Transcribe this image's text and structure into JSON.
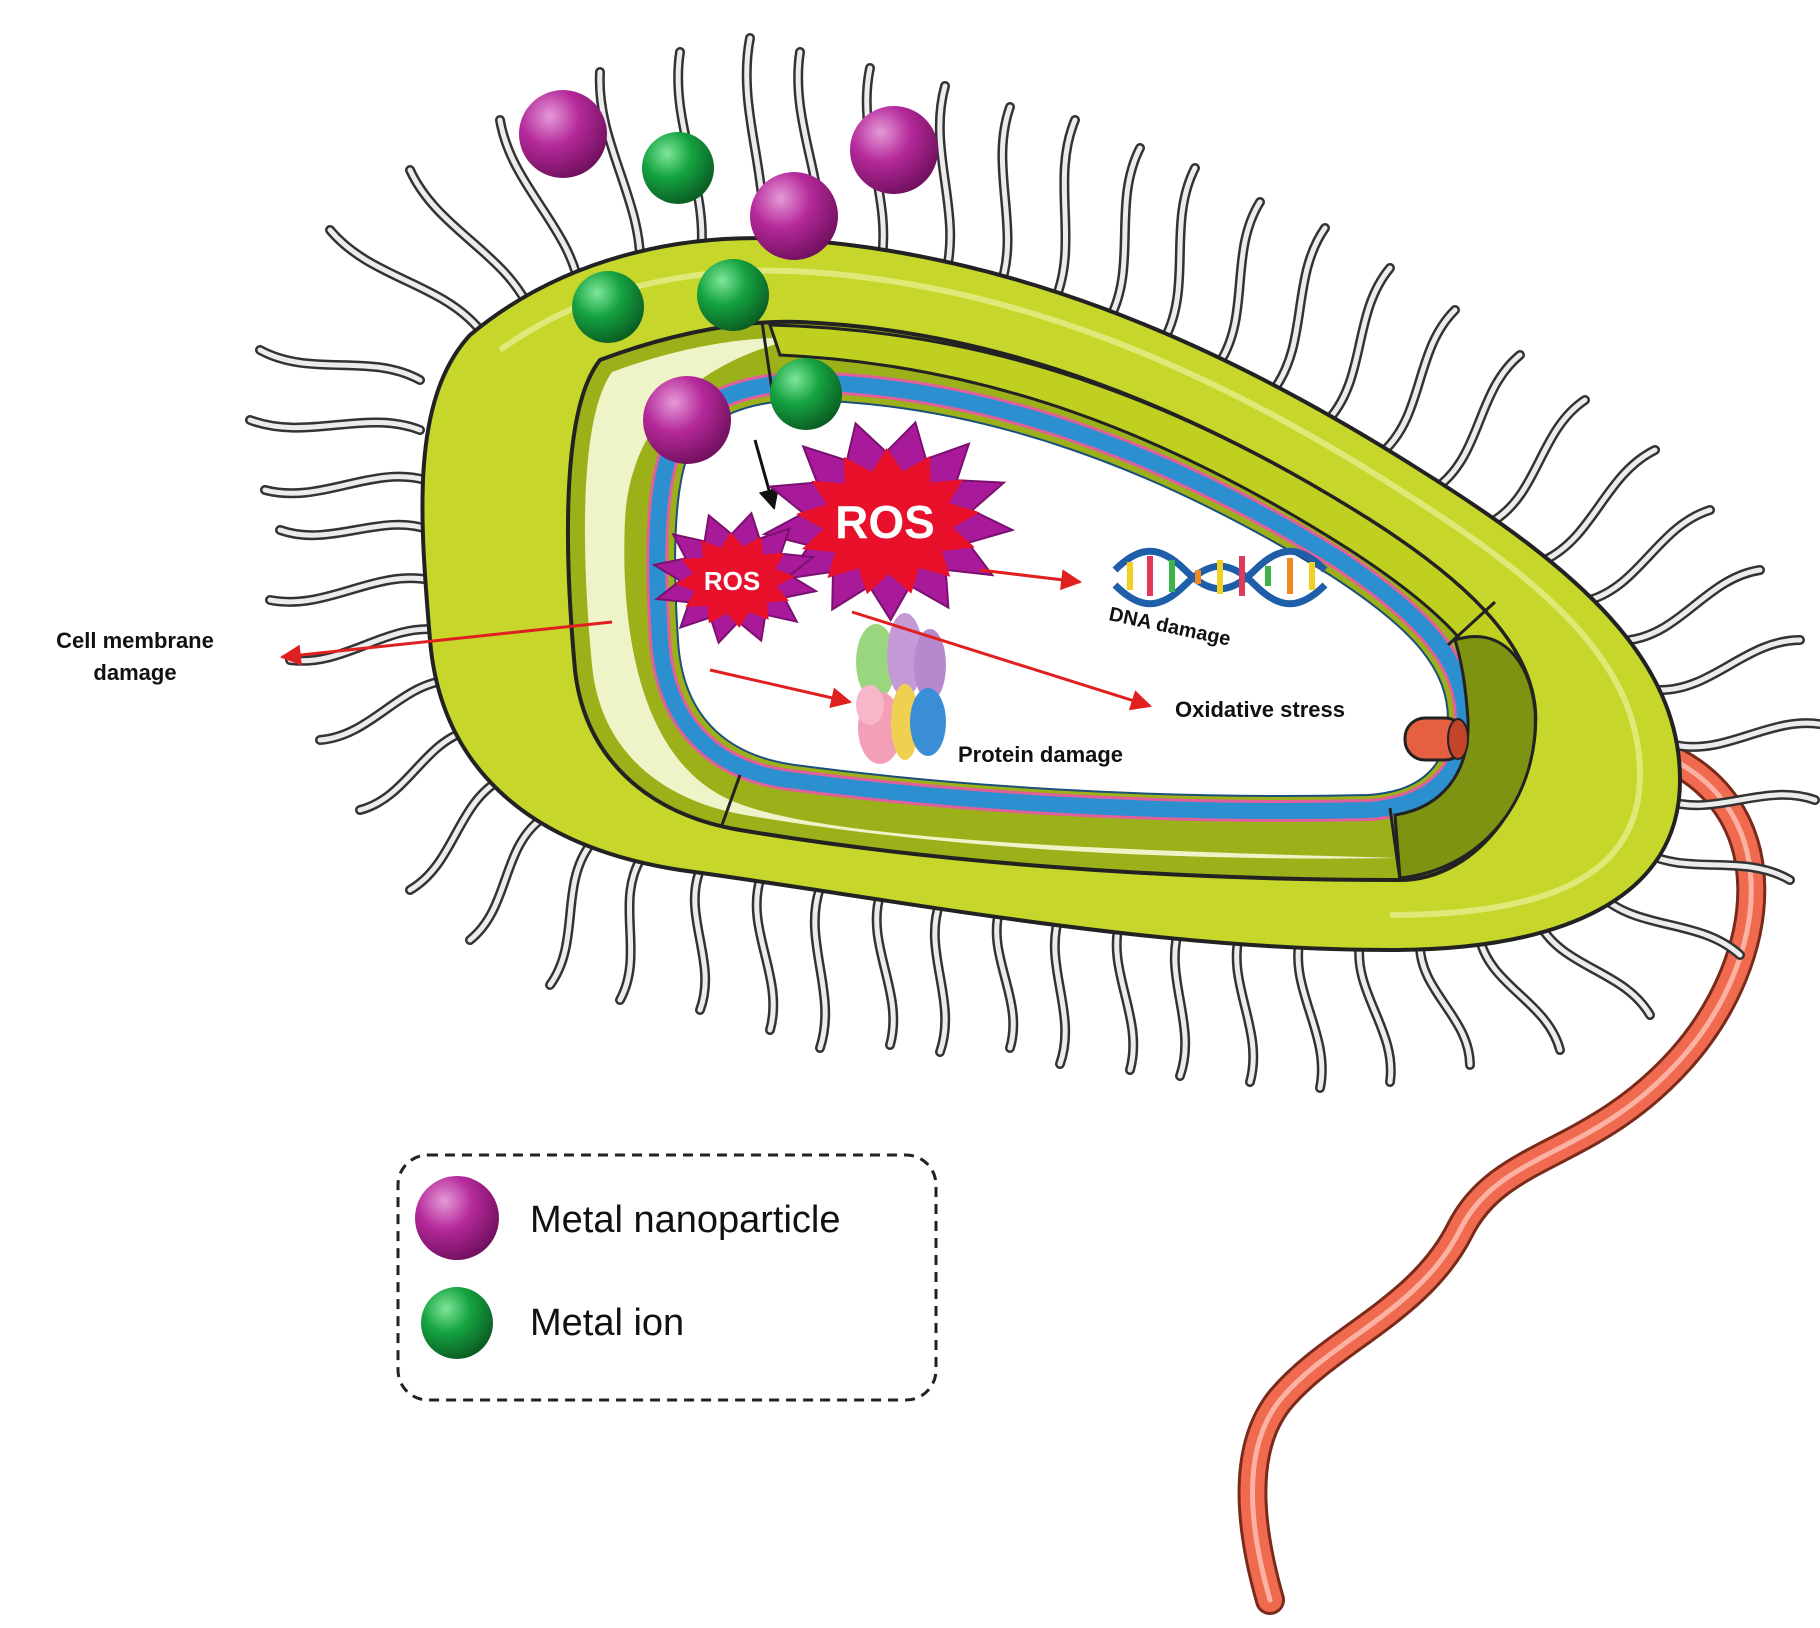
{
  "labels": {
    "cell_membrane_damage_line1": "Cell membrane",
    "cell_membrane_damage_line2": "damage",
    "dna_damage": "DNA damage",
    "oxidative_stress": "Oxidative stress",
    "protein_damage": "Protein damage",
    "ros_large": "ROS",
    "ros_small": "ROS"
  },
  "legend": {
    "items": [
      {
        "label": "Metal nanoparticle",
        "color": "#b5299a",
        "icon": "metal-nanoparticle-icon"
      },
      {
        "label": "Metal ion",
        "color": "#15a341",
        "icon": "metal-ion-icon"
      }
    ]
  },
  "colors": {
    "cell_wall": "#c6d62a",
    "cell_wall_dark": "#9aae1a",
    "periplasm": "#eef3c8",
    "membrane_blue": "#2b8fd0",
    "membrane_pink": "#e0609a",
    "flagellum": "#f06a50",
    "ros_burst_outer": "#a81a9a",
    "ros_burst_inner": "#e8102a",
    "arrow_red": "#e02020",
    "nanoparticle": "#b5299a",
    "ion": "#15a341"
  }
}
